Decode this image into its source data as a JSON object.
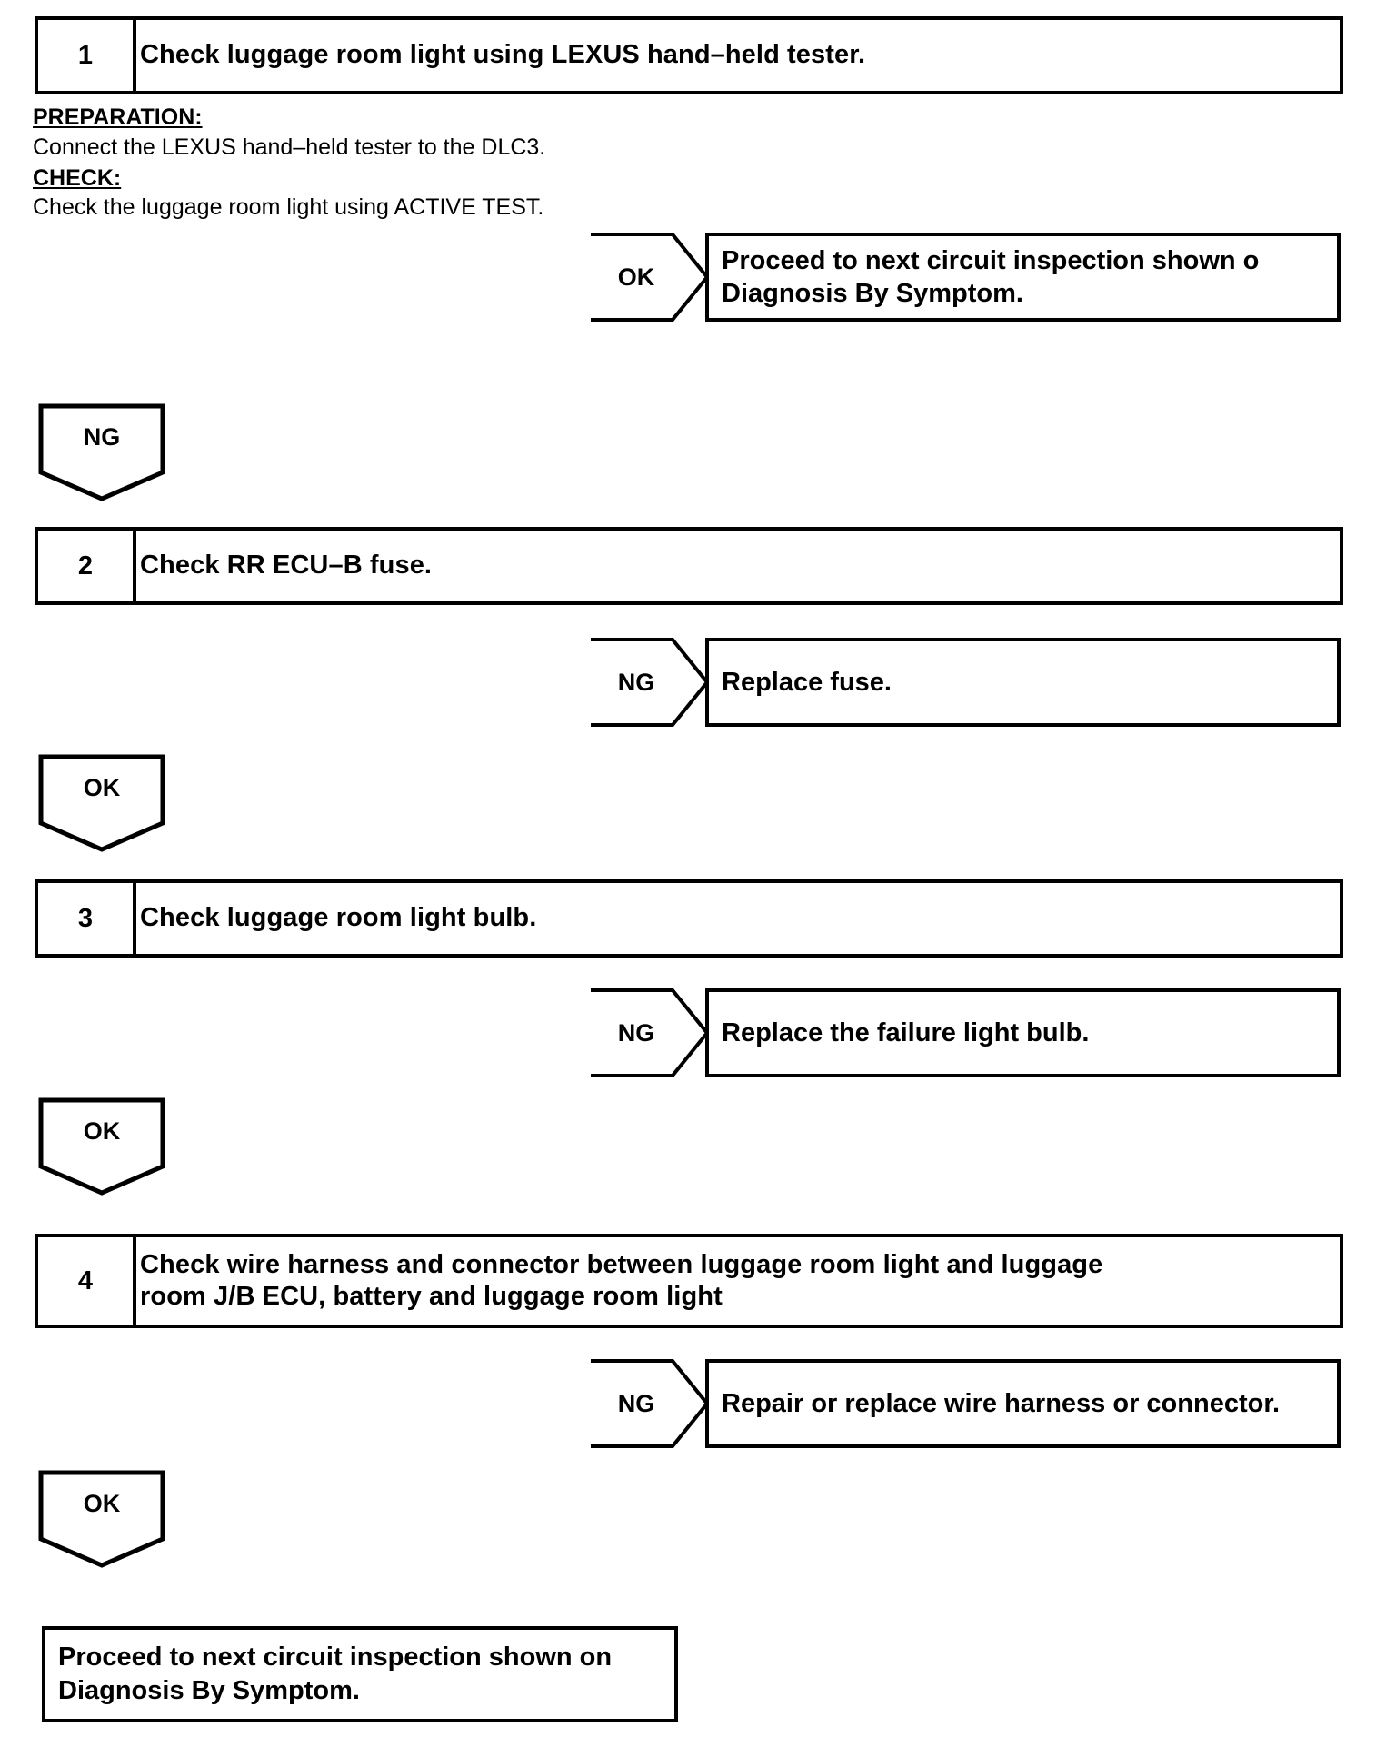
{
  "document": {
    "type": "diagnostic-troubleshooting-flowchart",
    "title": "Luggage Room Light Circuit Inspection"
  },
  "steps": [
    {
      "number": "1",
      "text_lines": [
        "Check luggage room light using LEXUS hand–held tester."
      ]
    },
    {
      "number": "2",
      "text_lines": [
        "Check RR ECU–B fuse."
      ]
    },
    {
      "number": "3",
      "text_lines": [
        "Check luggage room light bulb."
      ]
    },
    {
      "number": "4",
      "text_lines": [
        "Check wire harness and connector between luggage room light and luggage",
        "room J/B ECU, battery and luggage room light"
      ]
    }
  ],
  "notes": {
    "preparation_heading": "PREPARATION:",
    "preparation_body": "Connect the LEXUS hand–held tester to the DLC3.",
    "check_heading": "CHECK:",
    "check_body": "Check the luggage room light using ACTIVE TEST."
  },
  "branches": [
    {
      "id": "branch-1-ok",
      "label": "OK",
      "result_lines": [
        "Proceed  to  next  circuit  inspection  shown  o",
        "Diagnosis  By  Symptom."
      ]
    },
    {
      "id": "branch-2-ng",
      "label": "NG",
      "result_lines": [
        "Replace fuse."
      ]
    },
    {
      "id": "branch-3-ng",
      "label": "NG",
      "result_lines": [
        "Replace the failure light bulb."
      ]
    },
    {
      "id": "branch-4-ng",
      "label": "NG",
      "result_lines": [
        "Repair or replace wire harness or connector."
      ]
    }
  ],
  "flags": [
    {
      "id": "flag-1-ng",
      "label": "NG"
    },
    {
      "id": "flag-2-ok",
      "label": "OK"
    },
    {
      "id": "flag-3-ok",
      "label": "OK"
    },
    {
      "id": "flag-4-ok",
      "label": "OK"
    }
  ],
  "final": {
    "lines": [
      "Proceed to next circuit inspection shown on",
      "Diagnosis By Symptom."
    ]
  },
  "colors": {
    "ink": "#000000",
    "paper": "#ffffff"
  }
}
